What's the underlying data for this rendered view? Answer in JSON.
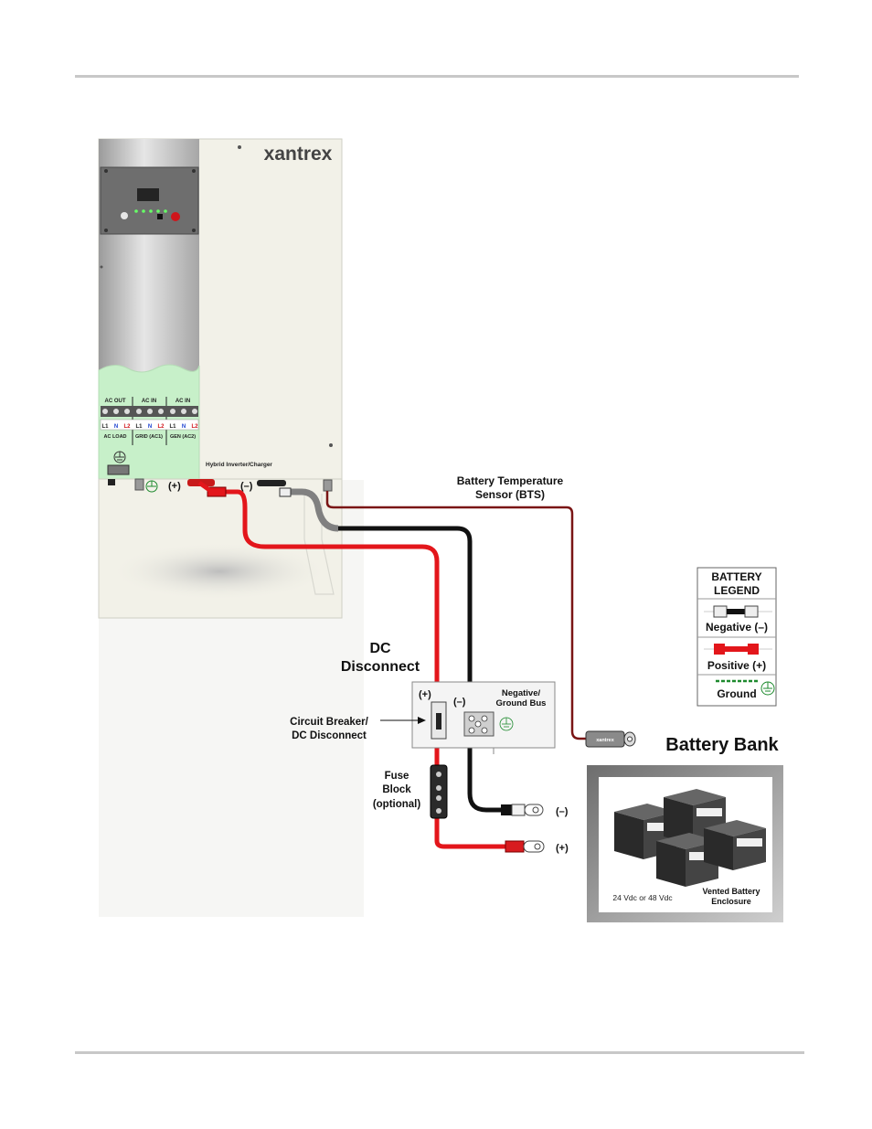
{
  "device": {
    "brand": "xantrex",
    "model_label": "Hybrid Inverter/Charger",
    "ac_out": "AC OUT",
    "ac_in_grid": "AC IN",
    "ac_in_gen": "AC IN",
    "phases": [
      "L1",
      "N",
      "L2"
    ],
    "ac_load": "AC LOAD",
    "grid": "GRID (AC1)",
    "gen": "GEN (AC2)",
    "pos_terminal": "(+)",
    "neg_terminal": "(–)"
  },
  "bts": {
    "line1": "Battery Temperature",
    "line2": "Sensor (BTS)",
    "sensor_brand": "xantrex"
  },
  "dc_disconnect": {
    "title_line1": "DC",
    "title_line2": "Disconnect",
    "pos": "(+)",
    "neg": "(–)",
    "bus_line1": "Negative/",
    "bus_line2": "Ground Bus",
    "breaker_line1": "Circuit Breaker/",
    "breaker_line2": "DC Disconnect"
  },
  "fuse": {
    "line1": "Fuse",
    "line2": "Block",
    "line3": "(optional)"
  },
  "battery_terminals": {
    "neg": "(–)",
    "pos": "(+)"
  },
  "legend": {
    "title_line1": "BATTERY",
    "title_line2": "LEGEND",
    "negative": "Negative (–)",
    "positive": "Positive (+)",
    "ground": "Ground"
  },
  "battery_bank": {
    "title": "Battery Bank",
    "voltage": "24 Vdc or 48 Vdc",
    "enclosure_line1": "Vented Battery",
    "enclosure_line2": "Enclosure"
  },
  "colors": {
    "positive": "#e3161b",
    "negative": "#111111",
    "bts_cable": "#7a1515",
    "ground": "#1e8a2e",
    "rule": "#c8c8c8",
    "panel_green": "#c7f0c9"
  }
}
